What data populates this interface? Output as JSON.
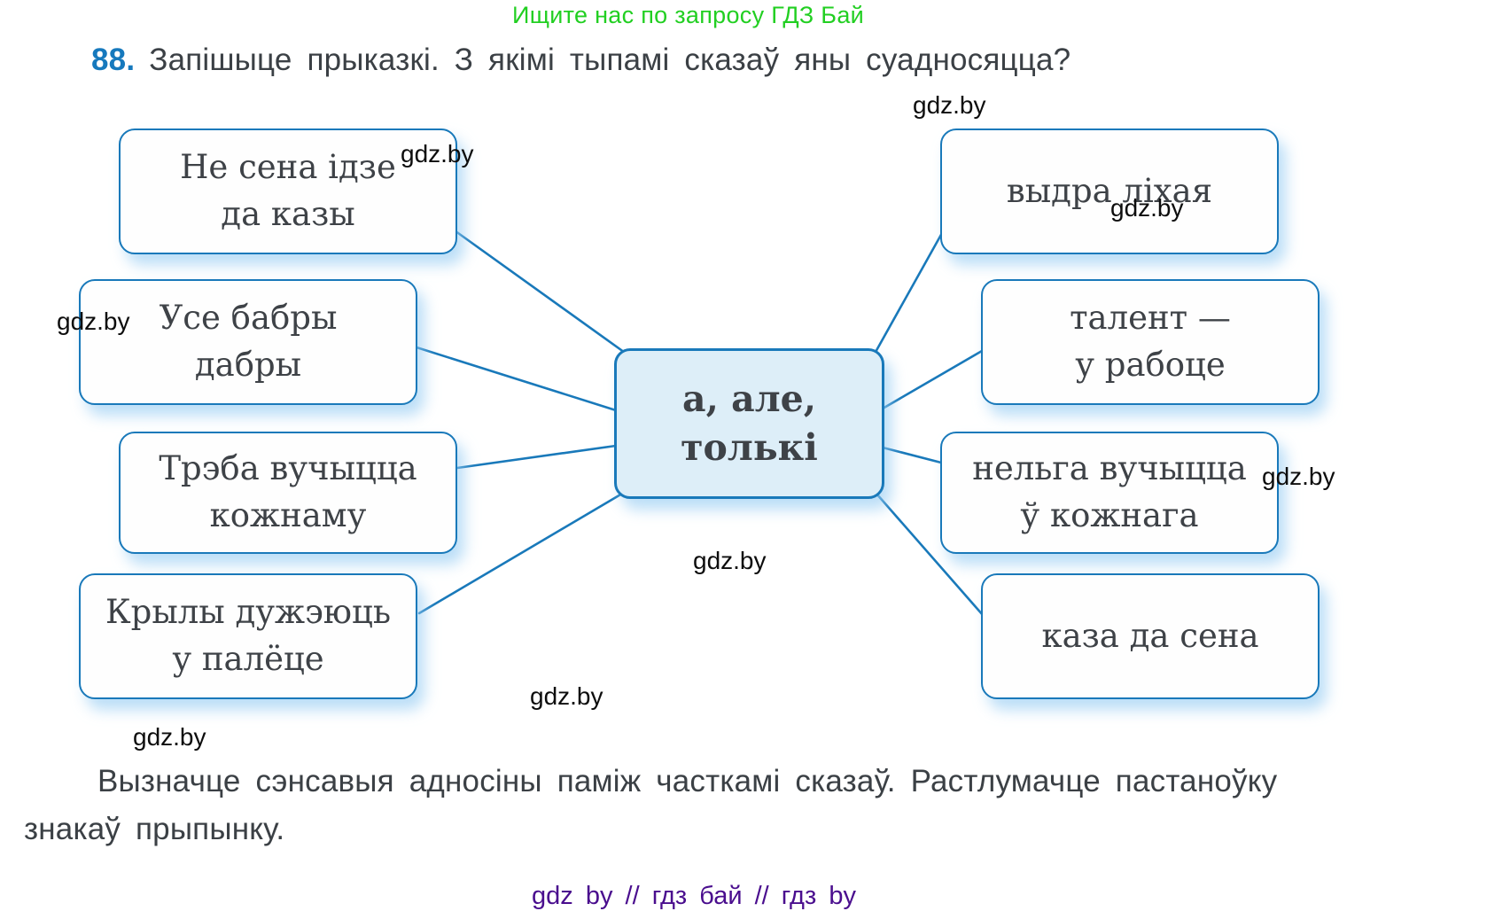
{
  "page": {
    "promo_banner": "Ищите нас по запросу ГДЗ Бай",
    "footer": "gdz by  //  гдз бай  //  гдз by"
  },
  "exercise": {
    "number": "88.",
    "prompt": "Запішыце прыказкі. З якімі тыпамі сказаў яны суадносяцца?",
    "followup_line1": "Вызначце сэнсавыя адносіны паміж часткамі сказаў. Растлумачце пастаноўку",
    "followup_line2": "знакаў прыпынку."
  },
  "diagram": {
    "center": {
      "line1": "а, але,",
      "line2": "толькі"
    },
    "left_boxes": [
      {
        "line1": "Не сена ідзе",
        "line2": "да казы"
      },
      {
        "line1": "Усе бабры",
        "line2": "дабры"
      },
      {
        "line1": "Трэба вучыцца",
        "line2": "кожнаму"
      },
      {
        "line1": "Крылы дужэюць",
        "line2": "у палёце"
      }
    ],
    "right_boxes": [
      {
        "line1": "выдра ліхая",
        "line2": ""
      },
      {
        "line1": "талент —",
        "line2": "у рабоце"
      },
      {
        "line1": "нельга вучыцца",
        "line2": "ў кожнага"
      },
      {
        "line1": "каза да сена",
        "line2": ""
      }
    ]
  },
  "watermarks": [
    {
      "text": "gdz.by"
    },
    {
      "text": "gdz.by"
    },
    {
      "text": "gdz.by"
    },
    {
      "text": "gdz.by"
    },
    {
      "text": "gdz.by"
    },
    {
      "text": "gdz.by"
    },
    {
      "text": "gdz.by"
    },
    {
      "text": "gdz.by"
    }
  ],
  "colors": {
    "accent_blue": "#1979ba",
    "center_fill": "#ddeef8",
    "promo_green": "#22cf22",
    "footer_purple": "#4a0e8e",
    "number_blue": "#1679bd",
    "text_dark": "#3b4045"
  }
}
